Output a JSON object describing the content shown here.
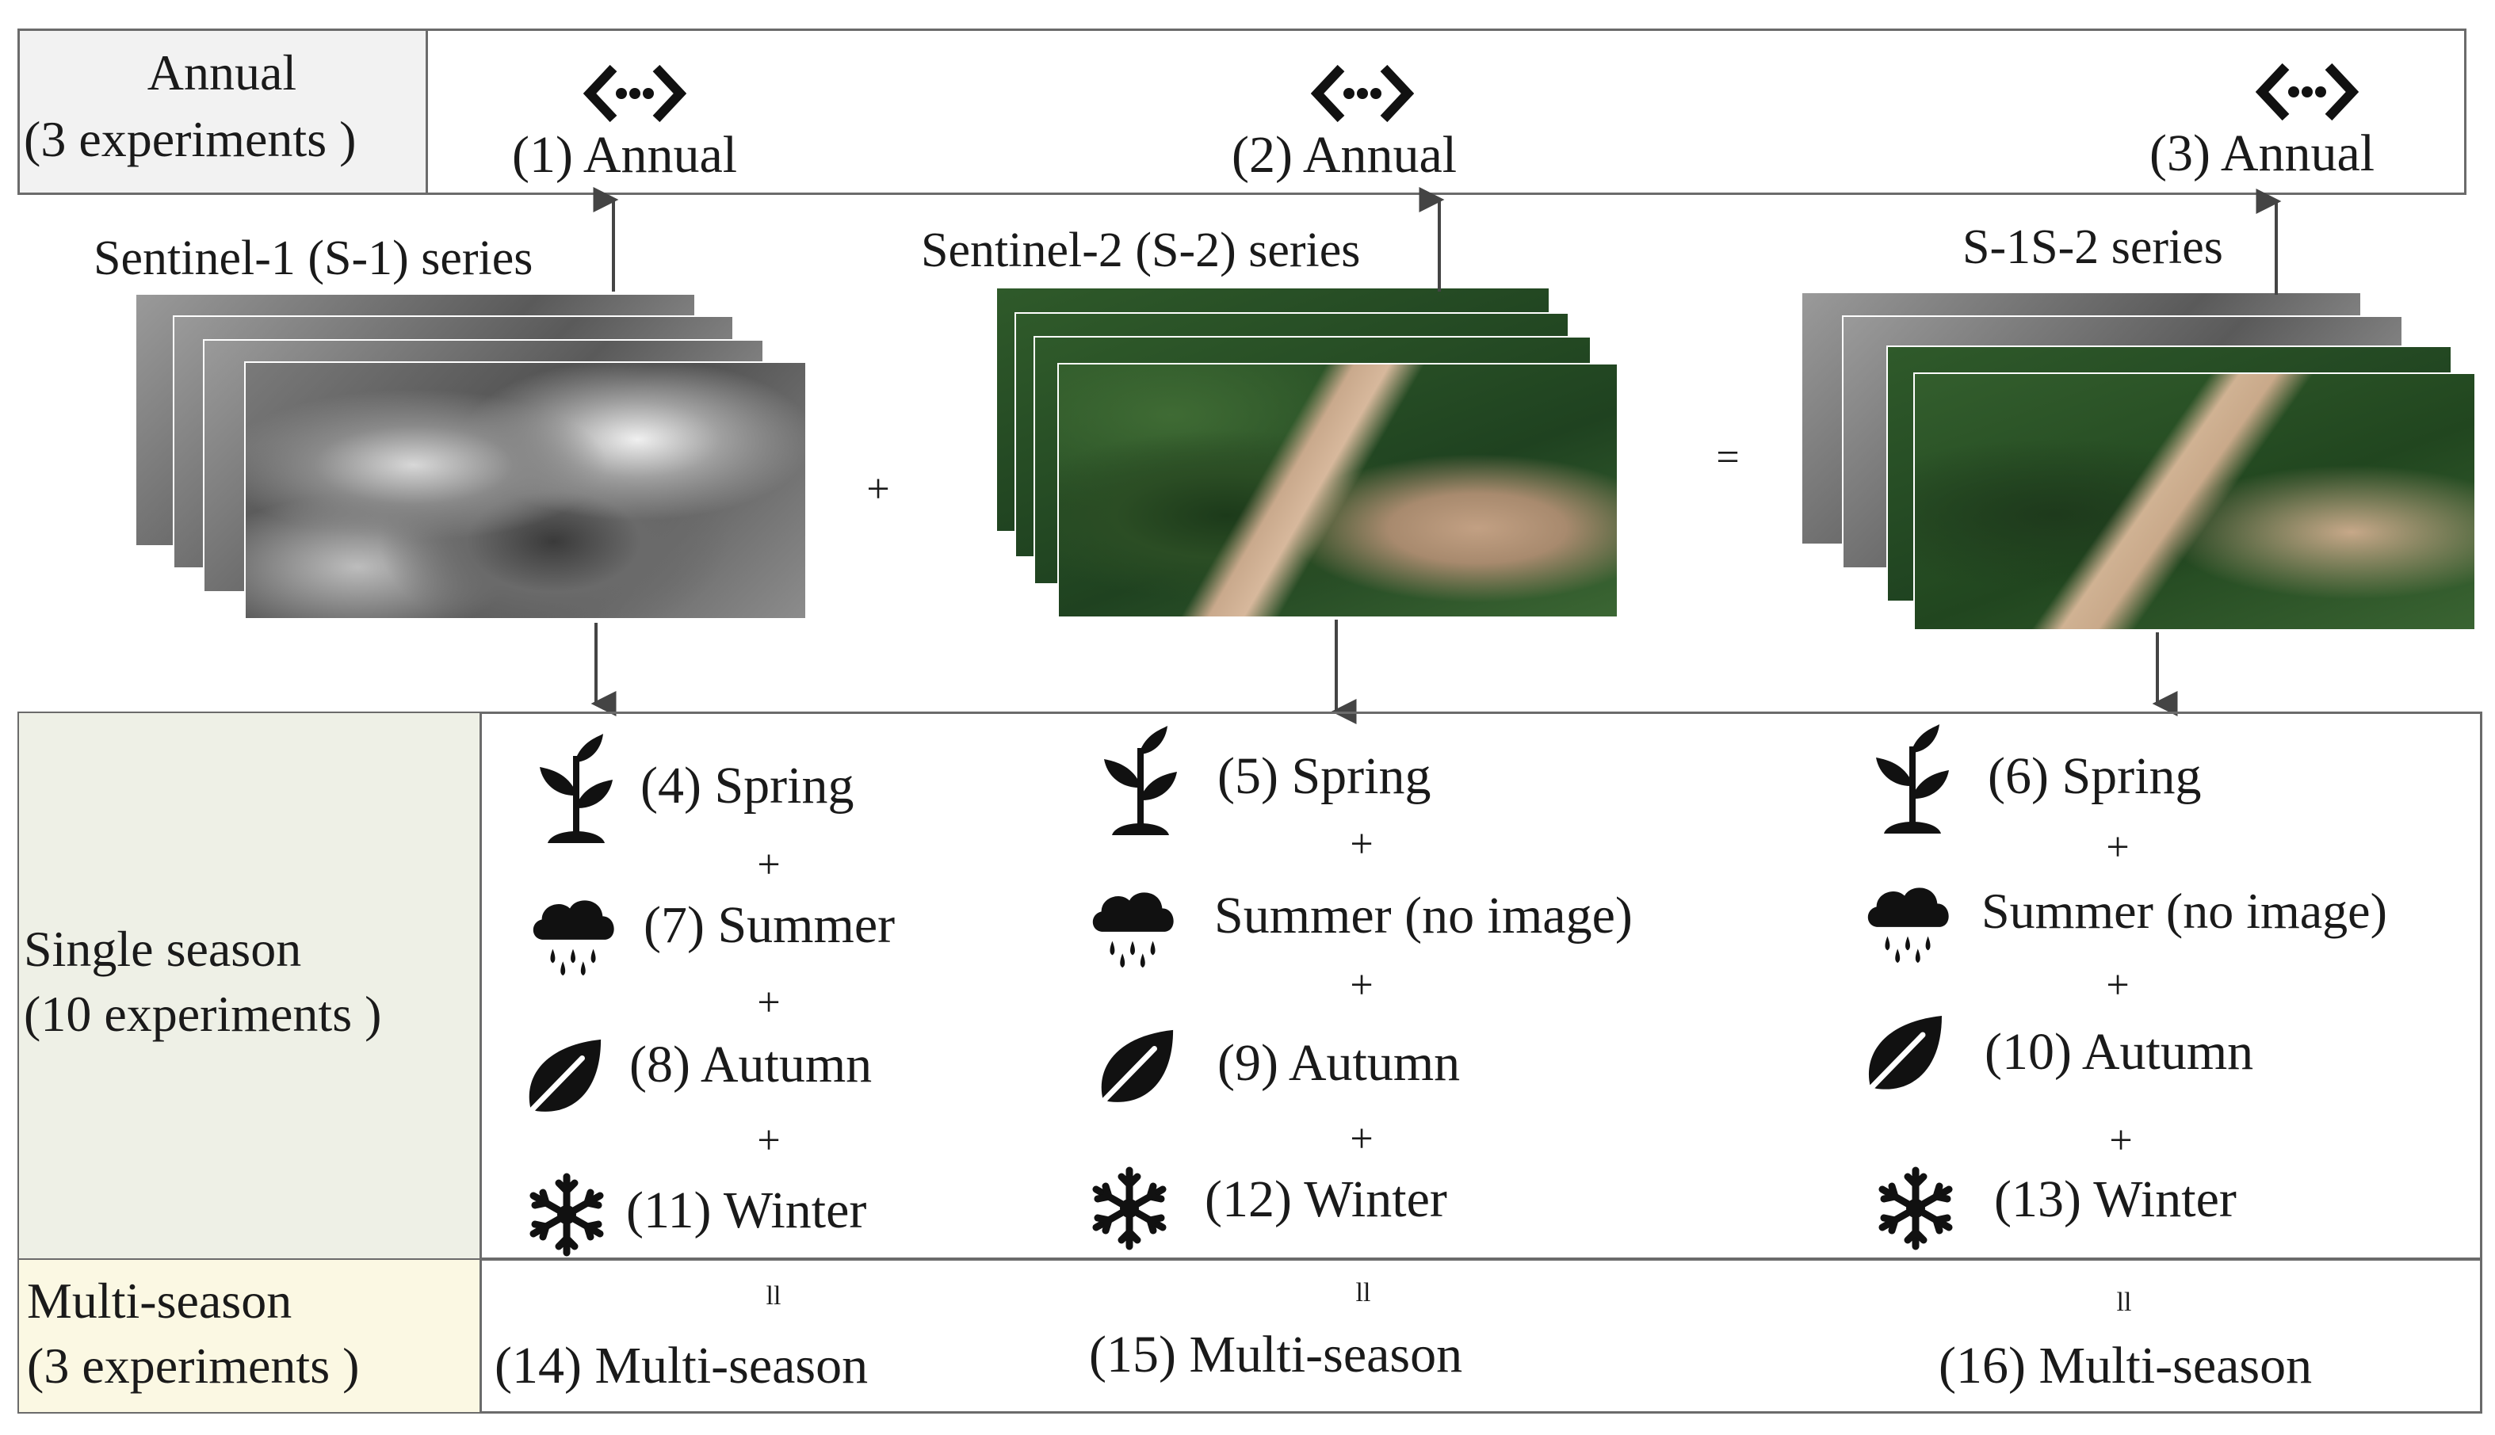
{
  "rows": {
    "annual": {
      "label_line1": "Annual",
      "label_line2": "(3 experiments )"
    },
    "single": {
      "label_line1": "Single season",
      "label_line2": "(10 experiments )"
    },
    "multi": {
      "label_line1": "Multi-season",
      "label_line2": "(3 experiments )"
    }
  },
  "colors": {
    "annual_label_bg": "#f2f2f2",
    "single_label_bg": "#eef0e6",
    "multi_label_bg": "#fbf8e3",
    "border": "#6b6b6b"
  },
  "operators": {
    "plus": "+",
    "equals": "=",
    "parallel": "ll"
  },
  "columns": [
    {
      "sensor_label": "Sentinel-1 (S-1) series",
      "annual": "(1) Annual",
      "spring": "(4) Spring",
      "summer": "(7) Summer",
      "autumn": "(8) Autumn",
      "winter": "(11) Winter",
      "multi": "(14) Multi-season"
    },
    {
      "sensor_label": "Sentinel-2 (S-2) series",
      "annual": "(2) Annual",
      "spring": "(5) Spring",
      "summer": "Summer (no image)",
      "autumn": "(9) Autumn",
      "winter": "(12) Winter",
      "multi": "(15) Multi-season"
    },
    {
      "sensor_label": "S-1S-2 series",
      "annual": "(3) Annual",
      "spring": "(6) Spring",
      "summer": "Summer  (no image)",
      "autumn": "(10) Autumn",
      "winter": "(13) Winter",
      "multi": "(16) Multi-season"
    }
  ],
  "icons": [
    "code-icon",
    "seedling-icon",
    "rain-cloud-icon",
    "leaf-icon",
    "snowflake-icon"
  ]
}
